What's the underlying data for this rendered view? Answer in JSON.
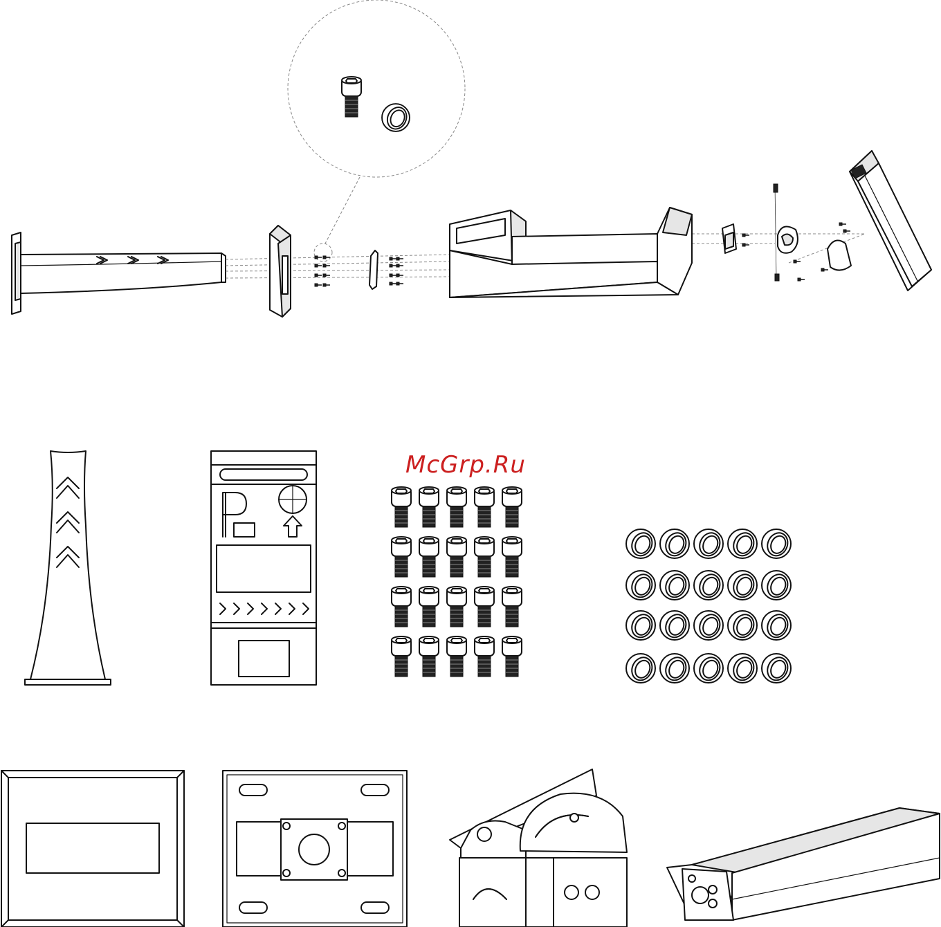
{
  "watermark": {
    "text": "McGrp.Ru",
    "color": "#cc2020"
  },
  "figure": {
    "exploded_view": {
      "parts": [
        "column-base",
        "flange-plate",
        "bolt-set",
        "mounting-bracket",
        "display-housing",
        "clamp-bracket",
        "tilt-bracket",
        "pan-tilt-joint",
        "camera-housing"
      ],
      "detail_callout": [
        "hex-socket-bolt",
        "washer"
      ]
    },
    "components_row_1": {
      "items": [
        "tapered-column",
        "guidance-display-panel",
        "bolts",
        "washers"
      ],
      "bolt_grid": {
        "rows": 4,
        "cols": 5
      },
      "washer_grid": {
        "rows": 4,
        "cols": 5
      }
    },
    "components_row_2": {
      "items": [
        "display-frame",
        "mounting-plate",
        "camera-bracket",
        "camera-housing"
      ]
    }
  }
}
